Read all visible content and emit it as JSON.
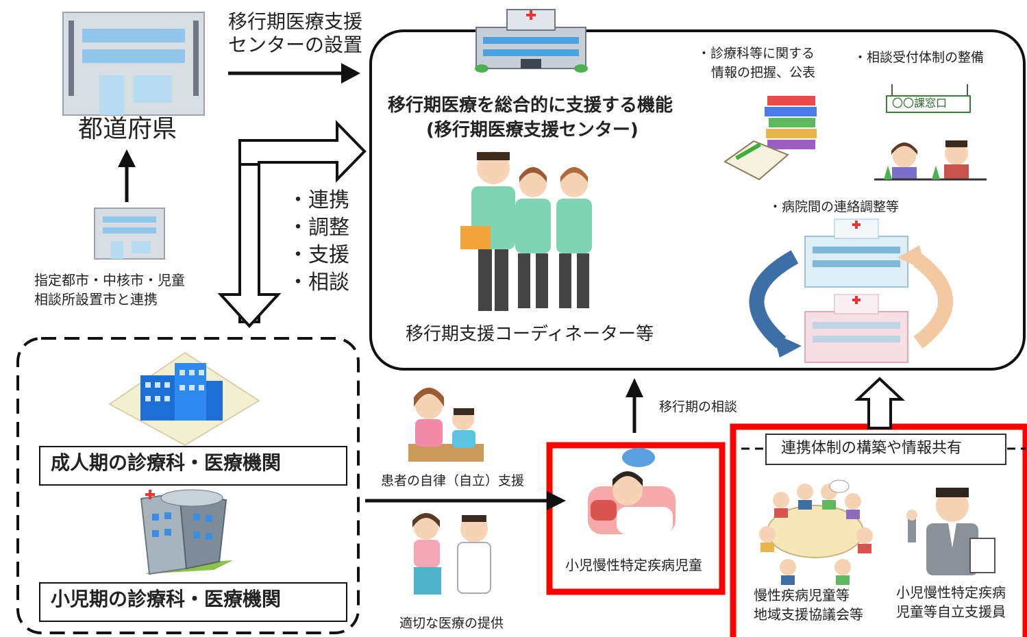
{
  "prefecture": {
    "label": "都道府県"
  },
  "establish": {
    "line1": "移行期医療支援",
    "line2": "センターの設置"
  },
  "designated": {
    "line1": "指定都市・中核市・児童",
    "line2": "相談所設置市と連携"
  },
  "actions": [
    "・連携",
    "・調整",
    "・支援",
    "・相談"
  ],
  "center": {
    "title_line1": "移行期医療を総合的に支援する機能",
    "title_line2": "(移行期医療支援センター)",
    "coordinator": "移行期支援コーディネーター等",
    "func_info_line1": "・診療科等に関する",
    "func_info_line2": "情報の把握、公表",
    "func_consult": "・相談受付体制の整備",
    "window_sign": "〇〇課窓口",
    "func_liaison": "・病院間の連絡調整等"
  },
  "institutions": {
    "adult": "成人期の診療科・医療機関",
    "child": "小児期の診療科・医療機関"
  },
  "support": {
    "autonomy": "患者の自律（自立）支援",
    "care": "適切な医療の提供"
  },
  "patient": {
    "label": "小児慢性特定疾病児童"
  },
  "transition_consult": "移行期の相談",
  "network": {
    "header": "連携体制の構築や情報共有",
    "council_line1": "慢性疾病児童等",
    "council_line2": "地域支援協議会等",
    "staff_line1": "小児慢性特定疾病",
    "staff_line2": "児童等自立支援員"
  },
  "colors": {
    "highlight": "#ff0000",
    "uniform": "#7fd4b4",
    "building": "#9aa3ad",
    "arrow_blue": "#3d6fa6",
    "arrow_peach": "#f3c9a2"
  }
}
